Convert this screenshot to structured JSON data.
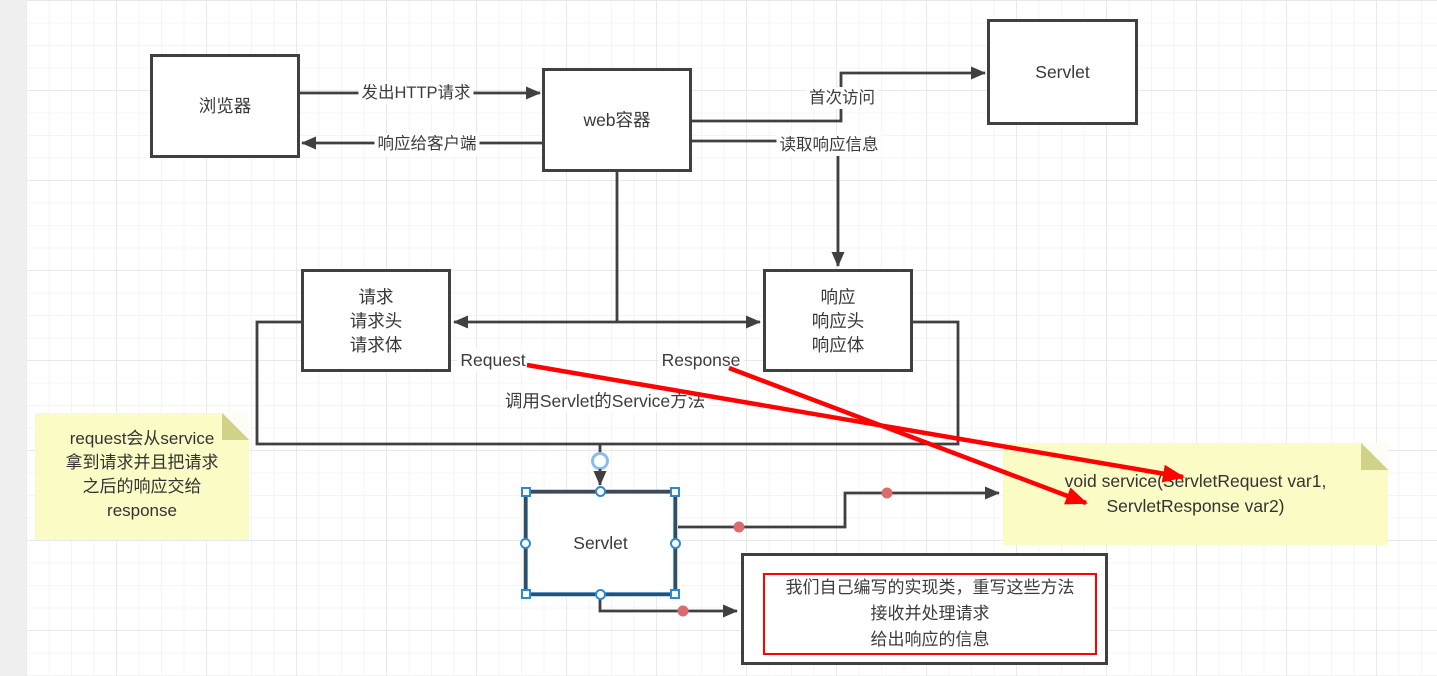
{
  "nodes": {
    "browser": {
      "label": "浏览器"
    },
    "web_container": {
      "label": "web容器"
    },
    "servlet_top": {
      "label": "Servlet"
    },
    "request": {
      "lines": [
        "请求",
        "请求头",
        "请求体"
      ]
    },
    "response": {
      "lines": [
        "响应",
        "响应头",
        "响应体"
      ]
    },
    "servlet_selected": {
      "label": "Servlet"
    },
    "implementation": {
      "lines": [
        "我们自己编写的实现类，重写这些方法",
        "接收并处理请求",
        "给出响应的信息"
      ]
    }
  },
  "notes": {
    "left": {
      "lines": [
        "request会从service",
        "拿到请求并且把请求",
        "之后的响应交给",
        "response"
      ]
    },
    "right": {
      "lines": [
        "void service(ServletRequest var1,",
        "ServletResponse var2)"
      ]
    }
  },
  "edge_labels": {
    "send_http": "发出HTTP请求",
    "respond_client": "响应给客户端",
    "first_visit": "首次访问",
    "read_response": "读取响应信息",
    "request": "Request",
    "response": "Response",
    "call_service": "调用Servlet的Service方法"
  },
  "colors": {
    "line": "#404040",
    "accent_red": "#fe0100",
    "note_bg": "#fbfbc6",
    "note_fold": "#cfd287",
    "selection_blue": "#2f89d0",
    "waypoint_red": "#d96c6c",
    "grid_minor": "#f4f4f4",
    "grid_major": "#e9e9e9"
  }
}
